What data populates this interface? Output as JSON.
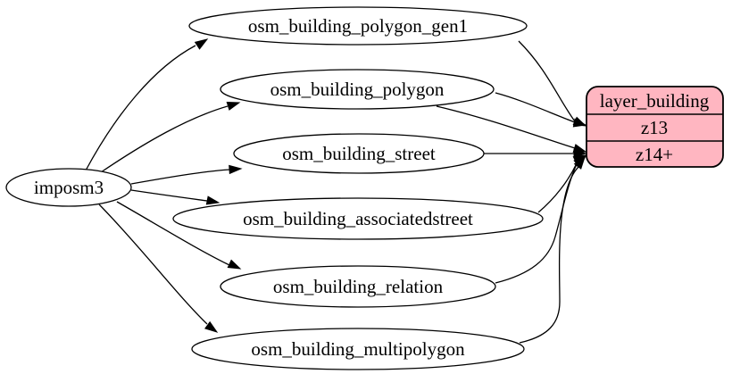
{
  "diagram": {
    "kind": "etl-graph",
    "background": "#ffffff",
    "source": {
      "id": "imposm3",
      "label": "imposm3"
    },
    "tables": [
      {
        "id": "osm_building_polygon_gen1",
        "label": "osm_building_polygon_gen1"
      },
      {
        "id": "osm_building_polygon",
        "label": "osm_building_polygon"
      },
      {
        "id": "osm_building_street",
        "label": "osm_building_street"
      },
      {
        "id": "osm_building_associatedstreet",
        "label": "osm_building_associatedstreet"
      },
      {
        "id": "osm_building_relation",
        "label": "osm_building_relation"
      },
      {
        "id": "osm_building_multipolygon",
        "label": "osm_building_multipolygon"
      }
    ],
    "layer": {
      "title": "layer_building",
      "rows": [
        {
          "label": "z13"
        },
        {
          "label": "z14+"
        }
      ],
      "fill_color": "#ffb6c1",
      "stroke_color": "#000000"
    },
    "edges": [
      {
        "from": "imposm3",
        "to": "osm_building_polygon_gen1"
      },
      {
        "from": "imposm3",
        "to": "osm_building_polygon"
      },
      {
        "from": "imposm3",
        "to": "osm_building_street"
      },
      {
        "from": "imposm3",
        "to": "osm_building_associatedstreet"
      },
      {
        "from": "imposm3",
        "to": "osm_building_relation"
      },
      {
        "from": "imposm3",
        "to": "osm_building_multipolygon"
      },
      {
        "from": "osm_building_polygon_gen1",
        "to": "layer_building:z13"
      },
      {
        "from": "osm_building_polygon",
        "to": "layer_building:z13"
      },
      {
        "from": "osm_building_polygon",
        "to": "layer_building:z14+"
      },
      {
        "from": "osm_building_street",
        "to": "layer_building:z14+"
      },
      {
        "from": "osm_building_associatedstreet",
        "to": "layer_building:z14+"
      },
      {
        "from": "osm_building_relation",
        "to": "layer_building:z14+"
      },
      {
        "from": "osm_building_multipolygon",
        "to": "layer_building:z14+"
      }
    ],
    "edge_color": "#000000",
    "node_fill": "#ffffff",
    "node_stroke": "#000000"
  }
}
